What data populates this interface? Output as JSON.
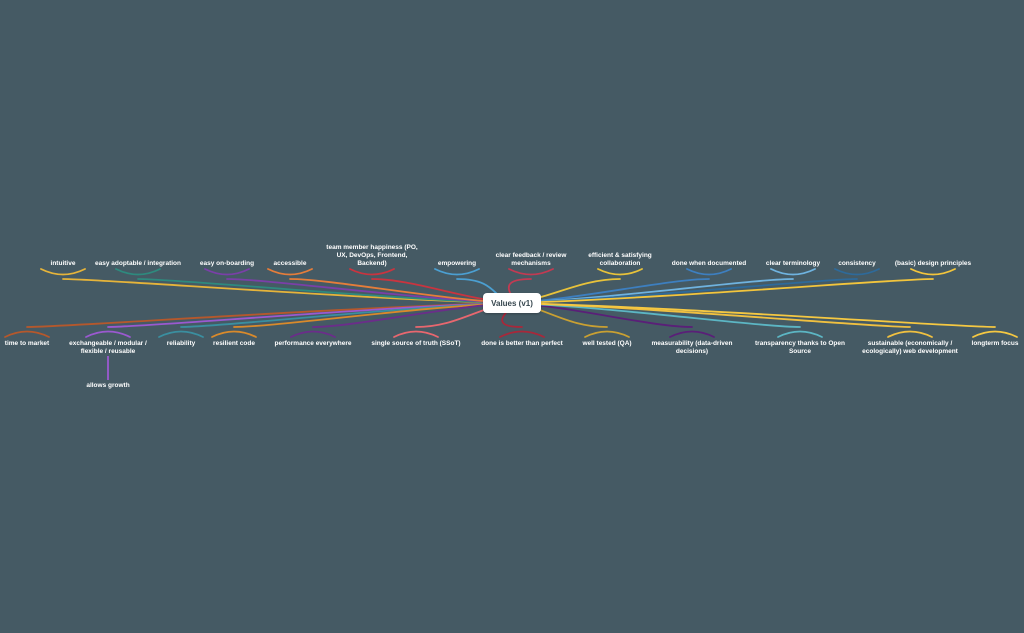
{
  "map": {
    "root": {
      "label": "Values (v1)"
    },
    "top_branches": [
      {
        "label": "intuitive",
        "color": "#e6b43a"
      },
      {
        "label": "easy adoptable / integration",
        "color": "#2e8a7e"
      },
      {
        "label": "easy on-boarding",
        "color": "#7a3fa8"
      },
      {
        "label": "accessible",
        "color": "#e57d3a"
      },
      {
        "label": "team member happiness (PO, UX, DevOps, Frontend, Backend)",
        "color": "#c9343f"
      },
      {
        "label": "empowering",
        "color": "#4b9fd1"
      },
      {
        "label": "clear feedback / review mechanisms",
        "color": "#c23a52"
      },
      {
        "label": "efficient & satisfying collaboration",
        "color": "#e8c23a"
      },
      {
        "label": "done when documented",
        "color": "#3d7fc0"
      },
      {
        "label": "clear terminology",
        "color": "#6fb3e0"
      },
      {
        "label": "consistency",
        "color": "#2e6a9a"
      },
      {
        "label": "(basic) design principles",
        "color": "#f3c53c"
      }
    ],
    "bottom_branches": [
      {
        "label": "time to market",
        "color": "#b5582c"
      },
      {
        "label": "exchangeable / modular / flexible / reusable",
        "color": "#9b59d0",
        "children": [
          {
            "label": "allows growth",
            "color": "#9b59d0"
          }
        ]
      },
      {
        "label": "reliability",
        "color": "#3a8fa0"
      },
      {
        "label": "resilient code",
        "color": "#d98a2b"
      },
      {
        "label": "performance everywhere",
        "color": "#6b2d8a"
      },
      {
        "label": "single source of truth (SSoT)",
        "color": "#e8676f"
      },
      {
        "label": "done is better than perfect",
        "color": "#a8283a"
      },
      {
        "label": "well tested (QA)",
        "color": "#c9a032"
      },
      {
        "label": "measurability (data-driven decisions)",
        "color": "#5a1f78"
      },
      {
        "label": "transparency thanks to Open Source",
        "color": "#5cb6c4"
      },
      {
        "label": "sustainable (economically / ecologically) web development",
        "color": "#f0c040"
      },
      {
        "label": "longterm focus",
        "color": "#f5c842"
      }
    ]
  }
}
